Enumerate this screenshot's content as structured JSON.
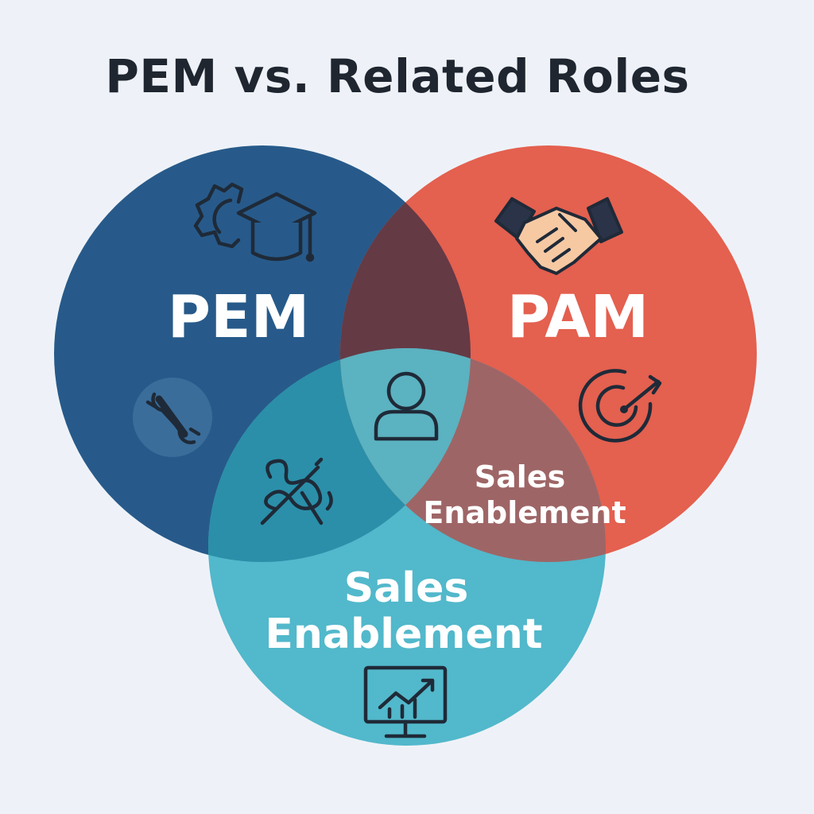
{
  "title": "PEM vs. Related Roles",
  "circles": {
    "pem": {
      "label": "PEM",
      "color": "#275a8a",
      "icons": [
        "gear-icon",
        "graduation-cap-icon",
        "wrench-icon"
      ]
    },
    "pam": {
      "label": "PAM",
      "color": "#e4604f",
      "icons": [
        "handshake-icon",
        "target-icon"
      ]
    },
    "sales": {
      "label_line1": "Sales",
      "label_line2": "Enablement",
      "color": "#52b8cb",
      "icons": [
        "presentation-chart-icon"
      ]
    }
  },
  "overlaps": {
    "pam_sales": {
      "label_line1": "Sales",
      "label_line2": "Enablement"
    },
    "pem_sales": {
      "icons": [
        "tangled-scribble-icon"
      ]
    },
    "center": {
      "icons": [
        "person-icon"
      ]
    }
  }
}
